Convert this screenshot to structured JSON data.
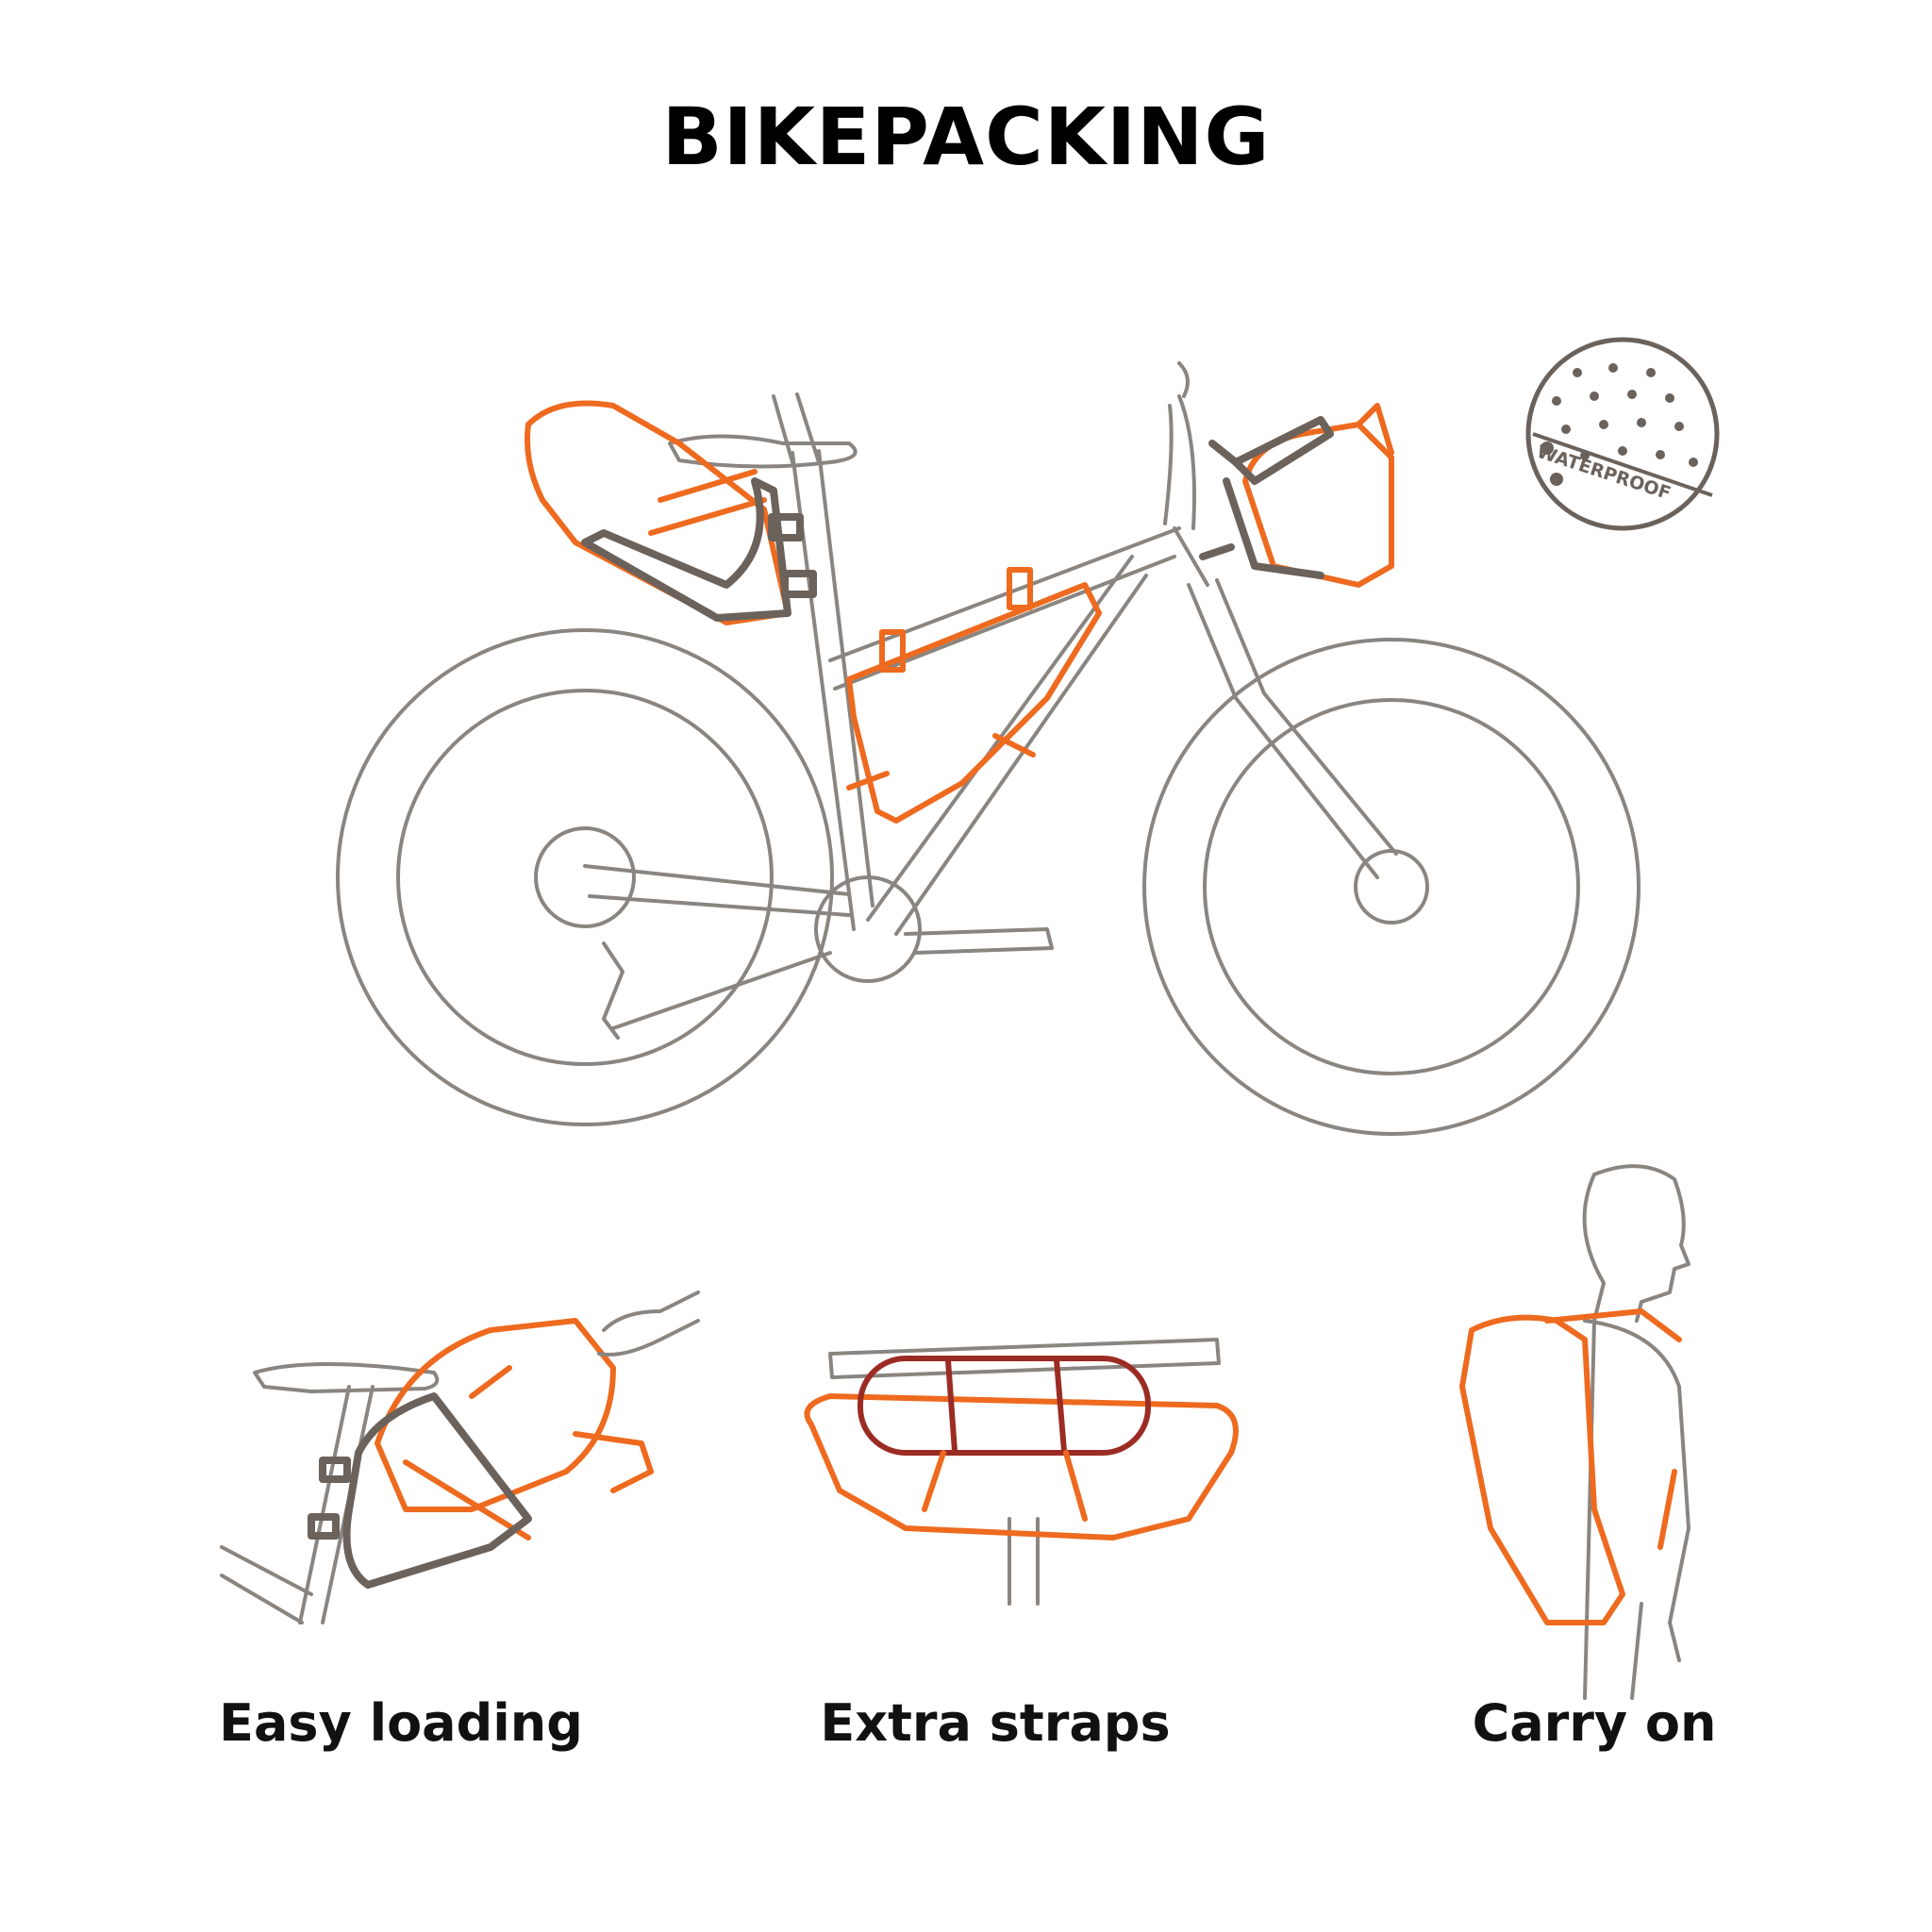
{
  "title": "BIKEPACKING",
  "badge": {
    "text": "WATERPROOF"
  },
  "features": [
    {
      "label": "Easy loading"
    },
    {
      "label": "Extra straps"
    },
    {
      "label": "Carry on"
    }
  ],
  "colors": {
    "gray": "#8a8580",
    "orange": "#ee6a1f",
    "dark": "#6b625c",
    "red": "#9b2c23"
  }
}
